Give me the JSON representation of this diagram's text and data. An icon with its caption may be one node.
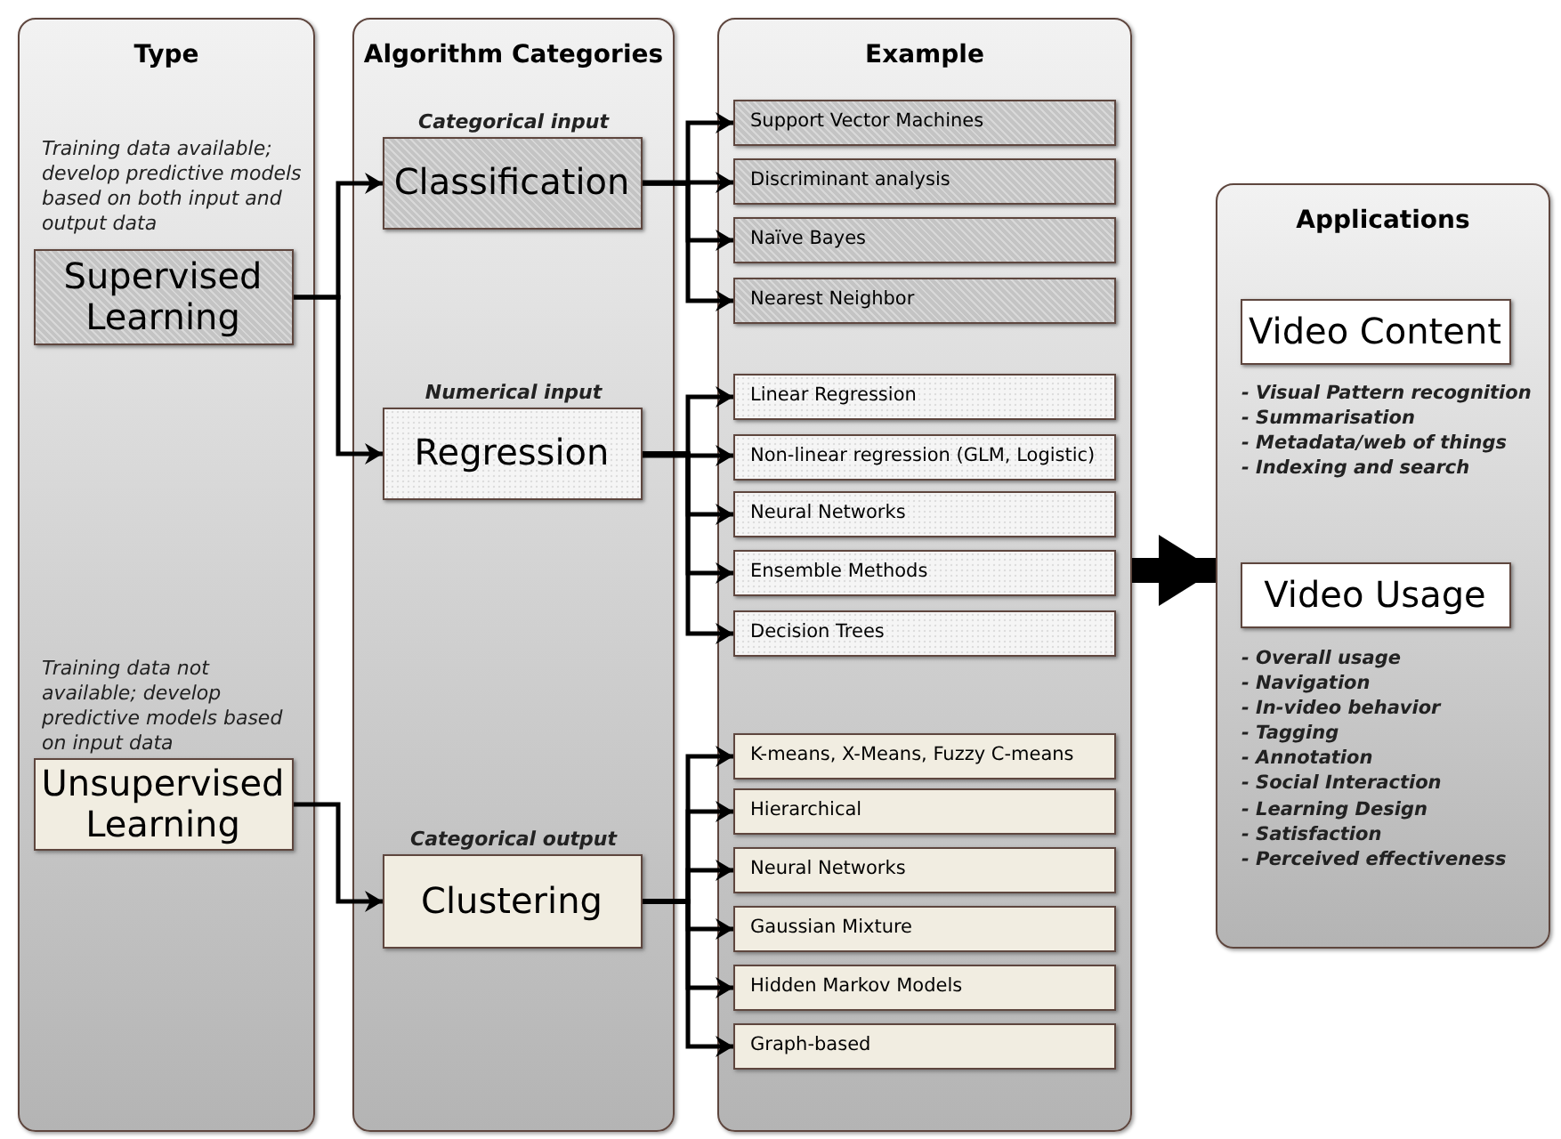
{
  "diagram": {
    "nodes": [
      {
        "text": [
          "Type"
        ]
      },
      {
        "text": [
          "Supervised Learning"
        ],
        "in": 0,
        "beside": [
          "Training data available; develop predictive models based on both input and output data"
        ]
      },
      {
        "text": [
          "Unsupervised Learning"
        ],
        "in": 0,
        "beside": [
          "Training data not available; develop predictive models based on input data"
        ]
      },
      {
        "text": [
          "Algorithm Categories"
        ]
      },
      {
        "text": [
          "Classification"
        ],
        "in": 3,
        "beside": [
          "Categorical input"
        ]
      },
      {
        "text": [
          "Regression"
        ],
        "in": 3,
        "beside": [
          "Numerical input"
        ]
      },
      {
        "text": [
          "Clustering"
        ],
        "in": 3,
        "beside": [
          "Categorical output"
        ]
      },
      {
        "text": [
          "Example"
        ]
      },
      {
        "text": [
          "Support Vector Machines"
        ],
        "in": 7
      },
      {
        "text": [
          "Discriminant analysis"
        ],
        "in": 7
      },
      {
        "text": [
          "Naïve Bayes"
        ],
        "in": 7
      },
      {
        "text": [
          "Nearest Neighbor"
        ],
        "in": 7
      },
      {
        "text": [
          "Linear Regression"
        ],
        "in": 7
      },
      {
        "text": [
          "Non-linear regression (GLM, Logistic)"
        ],
        "in": 7
      },
      {
        "text": [
          "Neural Networks"
        ],
        "in": 7
      },
      {
        "text": [
          "Ensemble Methods"
        ],
        "in": 7
      },
      {
        "text": [
          "Decision Trees"
        ],
        "in": 7
      },
      {
        "text": [
          "K-means, X-Means, Fuzzy C-means"
        ],
        "in": 7
      },
      {
        "text": [
          "Hierarchical"
        ],
        "in": 7
      },
      {
        "text": [
          "Neural Networks"
        ],
        "in": 7
      },
      {
        "text": [
          "Gaussian Mixture"
        ],
        "in": 7
      },
      {
        "text": [
          "Hidden Markov Models"
        ],
        "in": 7
      },
      {
        "text": [
          "Graph-based"
        ],
        "in": 7
      },
      {
        "text": [
          "Applications"
        ]
      },
      {
        "text": [
          "Video Content"
        ],
        "in": 23,
        "beside": [
          "- Visual Pattern recognition",
          "- Summarisation",
          "- Metadata/web of things",
          "- Indexing and search"
        ]
      },
      {
        "text": [
          "Video Usage"
        ],
        "in": 23,
        "beside": [
          "- Overall usage",
          "- Navigation",
          "- In-video behavior",
          "- Tagging",
          "- Annotation",
          "- Social Interaction",
          "- Learning Design",
          "- Satisfaction",
          "- Perceived effectiveness"
        ]
      }
    ],
    "edges": [
      {
        "from": 1,
        "to": 4,
        "arrow": "to"
      },
      {
        "from": 1,
        "to": 5,
        "arrow": "to"
      },
      {
        "from": 2,
        "to": 6,
        "arrow": "to"
      },
      {
        "from": 4,
        "to": 8,
        "arrow": "to"
      },
      {
        "from": 4,
        "to": 9,
        "arrow": "to"
      },
      {
        "from": 4,
        "to": 10,
        "arrow": "to"
      },
      {
        "from": 4,
        "to": 11,
        "arrow": "to"
      },
      {
        "from": 5,
        "to": 12,
        "arrow": "to"
      },
      {
        "from": 5,
        "to": 13,
        "arrow": "to"
      },
      {
        "from": 5,
        "to": 14,
        "arrow": "to"
      },
      {
        "from": 5,
        "to": 15,
        "arrow": "to"
      },
      {
        "from": 5,
        "to": 16,
        "arrow": "to"
      },
      {
        "from": 6,
        "to": 17,
        "arrow": "to"
      },
      {
        "from": 6,
        "to": 18,
        "arrow": "to"
      },
      {
        "from": 6,
        "to": 19,
        "arrow": "to"
      },
      {
        "from": 6,
        "to": 20,
        "arrow": "to"
      },
      {
        "from": 6,
        "to": 21,
        "arrow": "to"
      },
      {
        "from": 6,
        "to": 22,
        "arrow": "to"
      },
      {
        "from": 7,
        "to": 23,
        "arrow": "to",
        "style": "thick"
      }
    ]
  }
}
